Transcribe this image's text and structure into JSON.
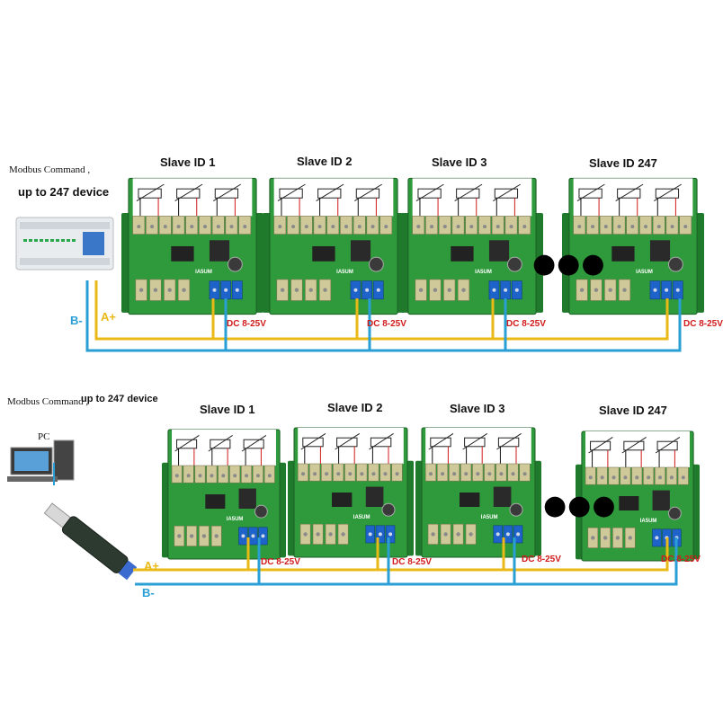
{
  "colors": {
    "board_green": "#2f9a3c",
    "rail_green": "#1f7a2c",
    "wire_yellow": "#e8b917",
    "wire_blue": "#2a9fd6",
    "dc_red": "#d11a1a"
  },
  "top": {
    "caption": "Modbus Command ,",
    "subcaption": "up to 247 device",
    "slaves": [
      "Slave ID 1",
      "Slave ID 2",
      "Slave ID 3",
      "Slave ID 247"
    ],
    "ellipsis": "●●●",
    "dc_labels": [
      "DC 8-25V",
      "DC 8-25V",
      "DC 8-25V",
      "DC 8-25V"
    ],
    "bus_a": "A+",
    "bus_b": "B-",
    "board_label": "IA5UM",
    "controller": "plc-icon"
  },
  "bottom": {
    "caption": "Modbus Command ,",
    "subcaption": "up to 247 device",
    "pc_label": "PC",
    "slaves": [
      "Slave ID 1",
      "Slave ID 2",
      "Slave ID 3",
      "Slave ID 247"
    ],
    "ellipsis": "●●●",
    "dc_labels": [
      "DC 8-25V",
      "DC 8-25V",
      "DC 8-25V",
      "DC 8-25V"
    ],
    "bus_a": "A+",
    "bus_b": "B-",
    "board_label": "IA5UM",
    "controller": "usb-rs485-adapter-icon"
  }
}
